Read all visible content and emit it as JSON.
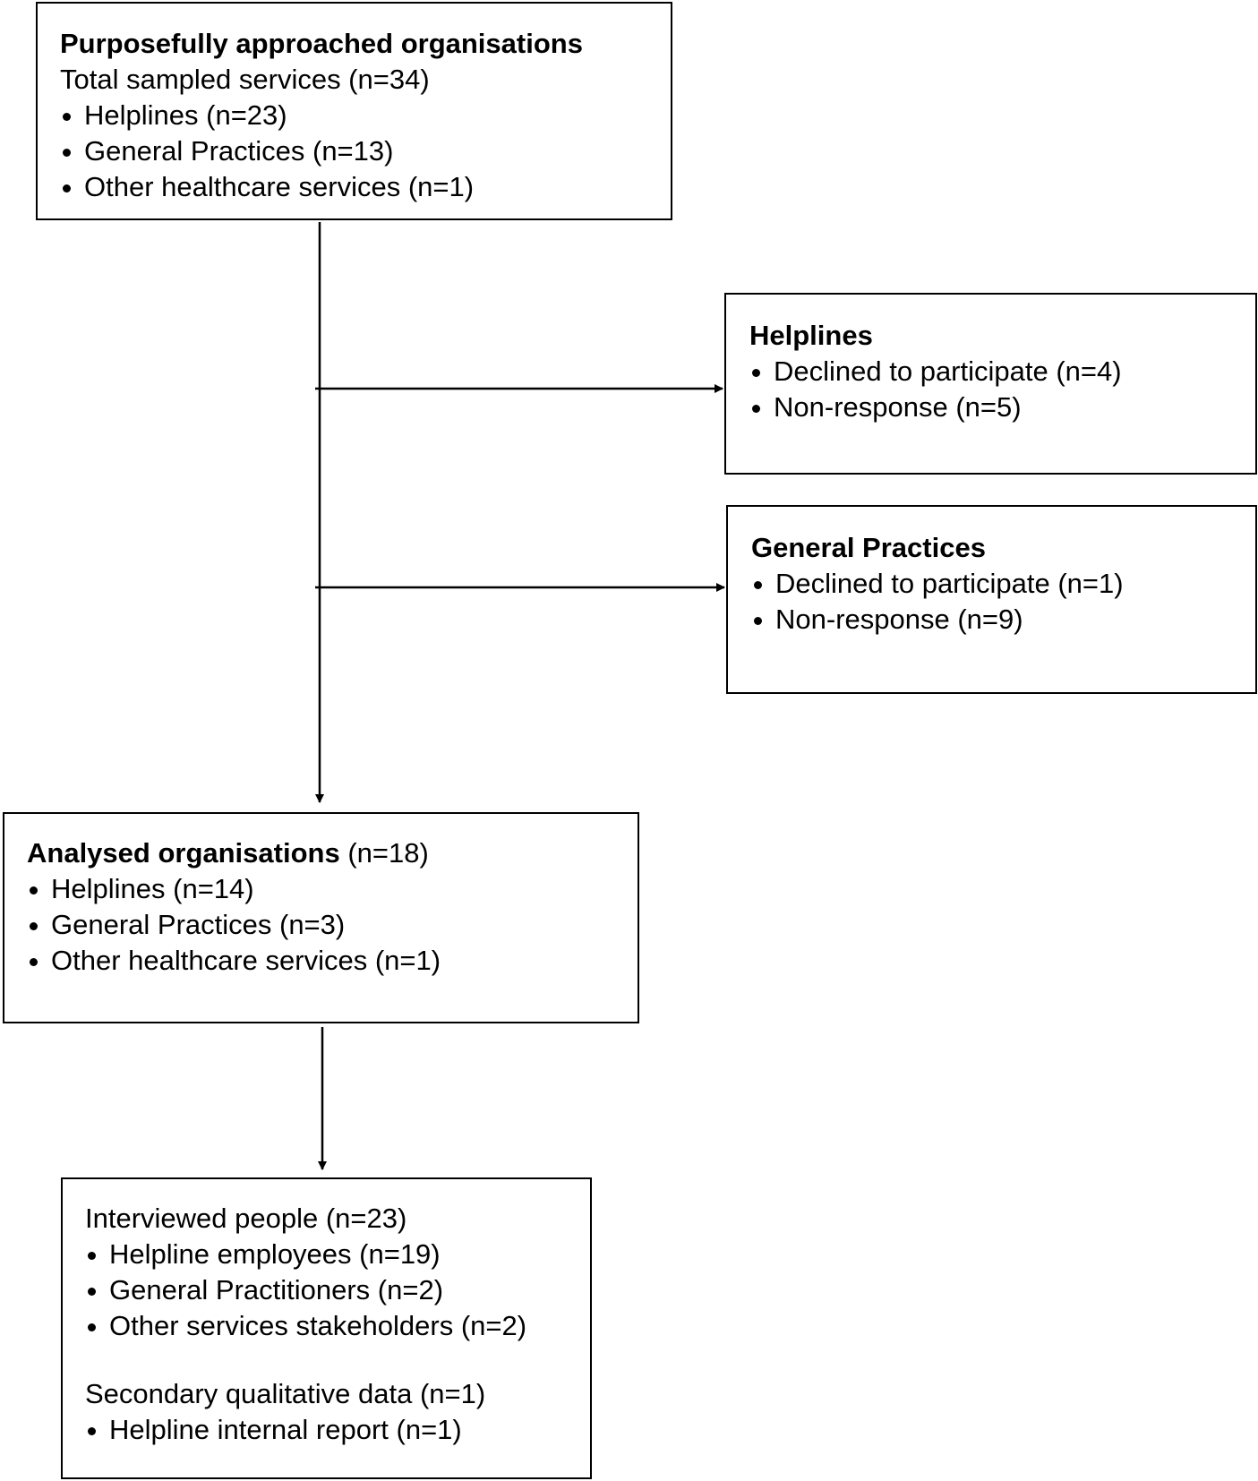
{
  "top_box": {
    "title": "Purposefully approached organisations",
    "subtitle": "Total sampled services (n=34)",
    "items": [
      "Helplines (n=23)",
      "General Practices (n=13)",
      "Other healthcare services (n=1)"
    ]
  },
  "helplines_box": {
    "title": "Helplines",
    "items": [
      "Declined to participate (n=4)",
      "Non-response (n=5)"
    ]
  },
  "gp_box": {
    "title": "General Practices",
    "items": [
      "Declined to participate (n=1)",
      "Non-response (n=9)"
    ]
  },
  "analysed_box": {
    "title": "Analysed organisations",
    "count": " (n=18)",
    "items": [
      "Helplines (n=14)",
      "General Practices (n=3)",
      "Other healthcare services (n=1)"
    ]
  },
  "interviewed_box": {
    "title": "Interviewed people (n=23)",
    "items": [
      "Helpline employees (n=19)",
      "General Practitioners (n=2)",
      "Other services stakeholders (n=2)"
    ],
    "secondary_title": "Secondary qualitative data (n=1)",
    "secondary_items": [
      "Helpline internal report (n=1)"
    ]
  }
}
